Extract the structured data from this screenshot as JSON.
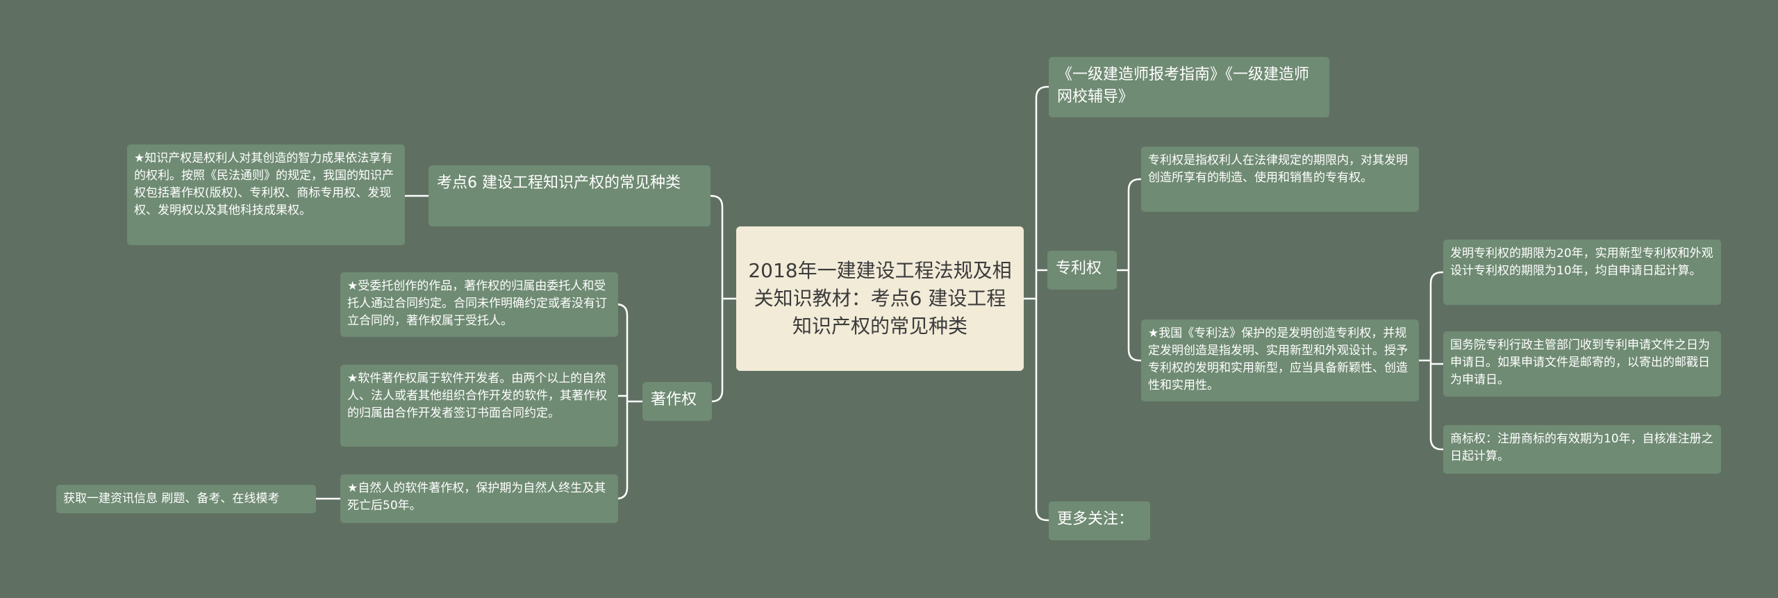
{
  "root": "2018年一建建设工程法规及相关知识教材：考点6 建设工程知识产权的常见种类",
  "left": {
    "topic6": {
      "label": "考点6 建设工程知识产权的常见种类",
      "detail": "★知识产权是权利人对其创造的智力成果依法享有的权利。按照《民法通则》的规定，我国的知识产权包括著作权(版权)、专利权、商标专用权、发现权、发明权以及其他科技成果权。"
    },
    "copyright": {
      "label": "著作权",
      "items": [
        "★受委托创作的作品，著作权的归属由委托人和受托人通过合同约定。合同未作明确约定或者没有订立合同的，著作权属于受托人。",
        "★软件著作权属于软件开发者。由两个以上的自然人、法人或者其他组织合作开发的软件，其著作权的归属由合作开发者签订书面合同约定。",
        "★自然人的软件著作权，保护期为自然人终生及其死亡后50年。"
      ],
      "extra": "获取一建资讯信息 刷题、备考、在线模考"
    }
  },
  "right": {
    "guide": "《一级建造师报考指南》《一级建造师网校辅导》",
    "patent": {
      "label": "专利权",
      "definition": "专利权是指权利人在法律规定的期限内，对其发明创造所享有的制造、使用和销售的专有权。",
      "scope": "★我国《专利法》保护的是发明创造专利权，并规定发明创造是指发明、实用新型和外观设计。授予专利权的发明和实用新型，应当具备新颖性、创造性和实用性。",
      "sub": [
        "发明专利权的期限为20年，实用新型专利权和外观设计专利权的期限为10年，均自申请日起计算。",
        "国务院专利行政主管部门收到专利申请文件之日为申请日。如果申请文件是邮寄的，以寄出的邮戳日为申请日。",
        "商标权：注册商标的有效期为10年，自核准注册之日起计算。"
      ]
    },
    "more": "更多关注："
  }
}
